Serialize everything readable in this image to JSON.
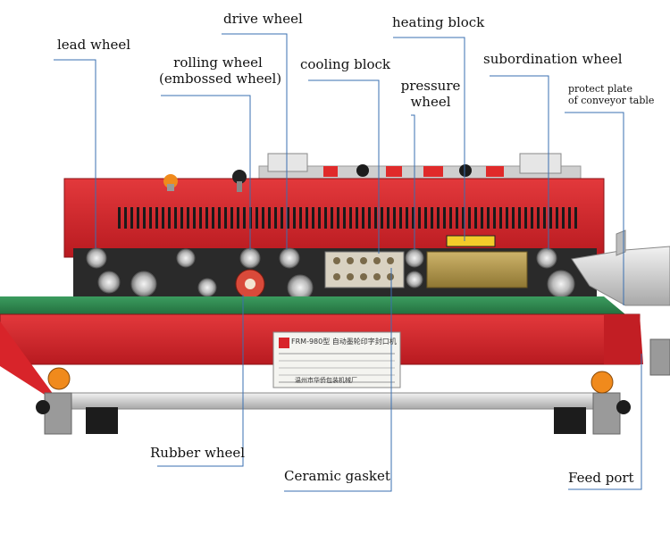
{
  "labels": {
    "drive_wheel": "drive wheel",
    "heating_block": "heating block",
    "lead_wheel": "lead wheel",
    "rolling_wheel_1": "rolling wheel",
    "rolling_wheel_2": "(embossed wheel)",
    "cooling_block": "cooling block",
    "subordination_wheel": "subordination wheel",
    "pressure_wheel_1": "pressure",
    "pressure_wheel_2": "wheel",
    "protect_plate_1": "protect plate",
    "protect_plate_2": "of conveyor table",
    "rubber_wheel": "Rubber wheel",
    "ceramic_gasket": "Ceramic gasket",
    "feed_port": "Feed port"
  },
  "nameplate": {
    "model": "FRM-980型 自动墨轮印字封口机",
    "maker": "温州市华侨包装机械厂"
  },
  "colors": {
    "body_red": "#d8242a",
    "conveyor_green": "#2f8a52",
    "leader_blue": "#3a6fb0",
    "knob_orange": "#f08a1c"
  }
}
